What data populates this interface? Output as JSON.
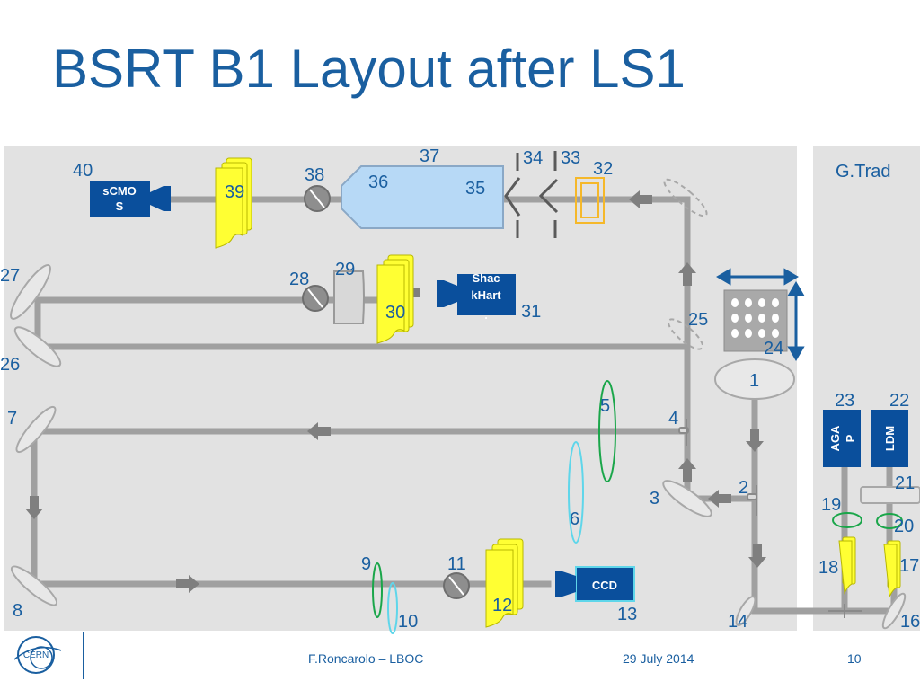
{
  "slide": {
    "title": "BSRT B1 Layout after LS1",
    "footer_author": "F.Roncarolo – LBOC",
    "footer_date": "29 July 2014",
    "footer_page": "10",
    "logo_text": "CERN"
  },
  "diagram": {
    "panel_right_label": "G.Trad",
    "devices": {
      "scmos_line1": "sCMO",
      "scmos_line2": "S",
      "shack_line1": "Shac",
      "shack_line2": "kHart",
      "shack_line3": ".",
      "ccd": "CCD",
      "agap_line1": "AGA",
      "agap_line2": "P",
      "ldm": "LDM"
    },
    "labels": {
      "n1": "1",
      "n2": "2",
      "n3": "3",
      "n4": "4",
      "n5": "5",
      "n6": "6",
      "n7": "7",
      "n8": "8",
      "n9": "9",
      "n10": "10",
      "n11": "11",
      "n12": "12",
      "n13": "13",
      "n14": "14",
      "n16": "16",
      "n17": "17",
      "n18": "18",
      "n19": "19",
      "n20": "20",
      "n21": "21",
      "n22": "22",
      "n23": "23",
      "n24": "24",
      "n25": "25",
      "n26": "26",
      "n27": "27",
      "n28": "28",
      "n29": "29",
      "n30": "30",
      "n31": "31",
      "n32": "32",
      "n33": "33",
      "n34": "34",
      "n35": "35",
      "n36": "36",
      "n37": "37",
      "n38": "38",
      "n39": "39",
      "n40": "40"
    },
    "colors": {
      "title": "#1a5fa0",
      "panel": "#e2e2e2",
      "beam": "#9a9a9a",
      "device": "#0a4f9c",
      "filter": "#ffff33",
      "lens_green": "#1aa64a",
      "lens_cyan": "#5fd6ea",
      "box_orange": "#f5b82a"
    }
  }
}
